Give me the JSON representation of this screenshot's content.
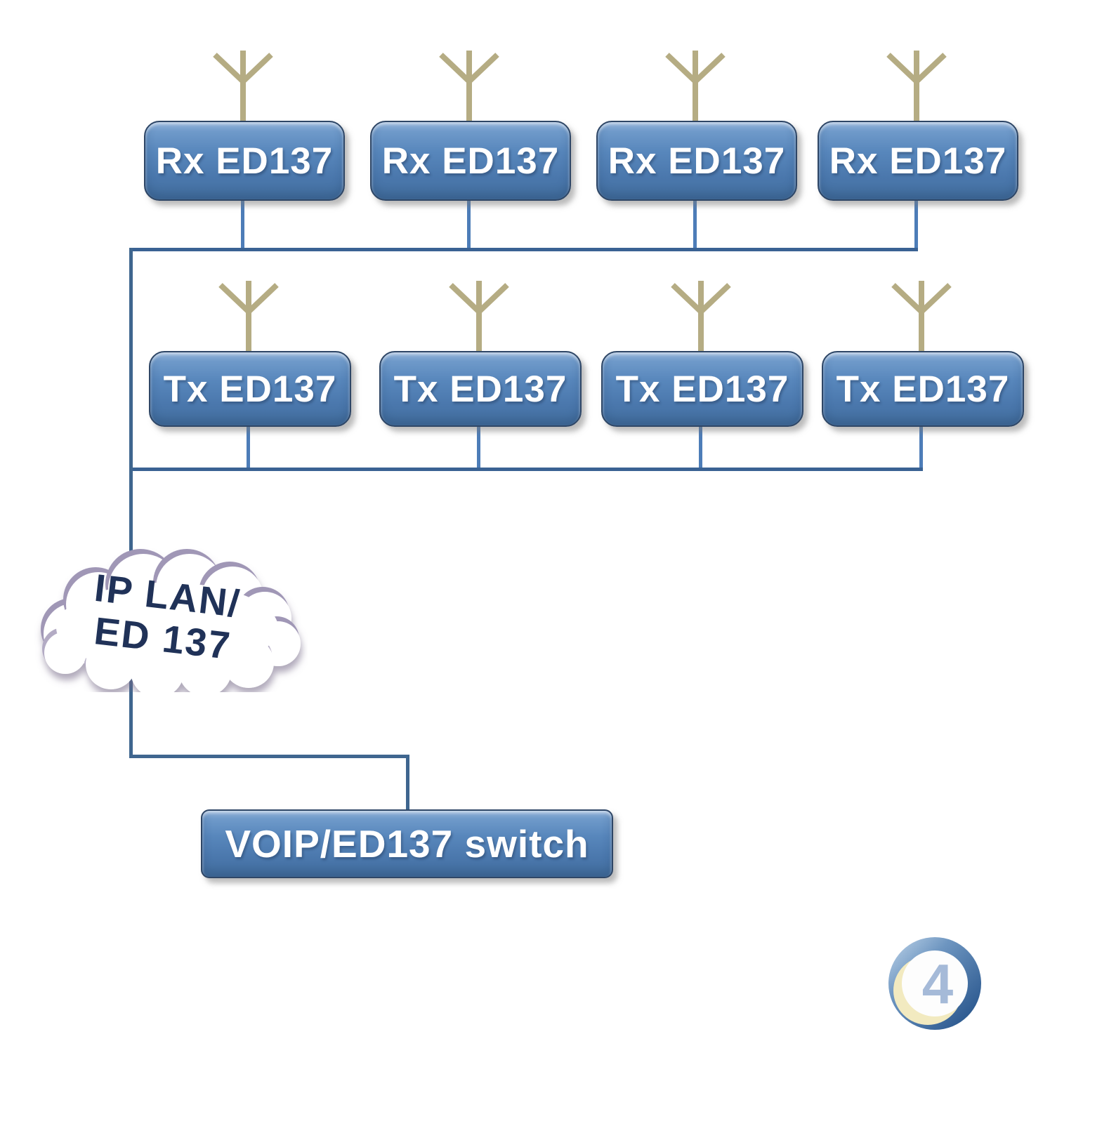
{
  "diagram": {
    "rx_row": {
      "boxes": [
        {
          "label": "Rx ED137"
        },
        {
          "label": "Rx ED137"
        },
        {
          "label": "Rx ED137"
        },
        {
          "label": "Rx ED137"
        }
      ]
    },
    "tx_row": {
      "boxes": [
        {
          "label": "Tx ED137"
        },
        {
          "label": "Tx ED137"
        },
        {
          "label": "Tx ED137"
        },
        {
          "label": "Tx ED137"
        }
      ]
    },
    "cloud": {
      "line1": "IP LAN/",
      "line2": "ED 137"
    },
    "switch": {
      "label": "VOIP/ED137 switch"
    },
    "badge": {
      "value": "4"
    }
  },
  "icons": {
    "antenna": "antenna-icon",
    "cloud": "network-cloud-icon",
    "badge": "numbered-circle-badge"
  },
  "colors": {
    "background": "#ffffff",
    "node_fill_top": "#93b3da",
    "node_fill_bottom": "#44709f",
    "node_border": "#2e4666",
    "node_text": "#ffffff",
    "connector": "#4d7db8",
    "bus": "#3a6293",
    "antenna": "#b5ac83",
    "cloud_outline": "#9c92b2",
    "cloud_fill": "#ffffff",
    "cloud_text": "#203258",
    "badge_ring_light": "#b6cfe6",
    "badge_ring_dark": "#1d4b84",
    "badge_number": "#a5bad8",
    "badge_crescent": "#f2eac0"
  }
}
